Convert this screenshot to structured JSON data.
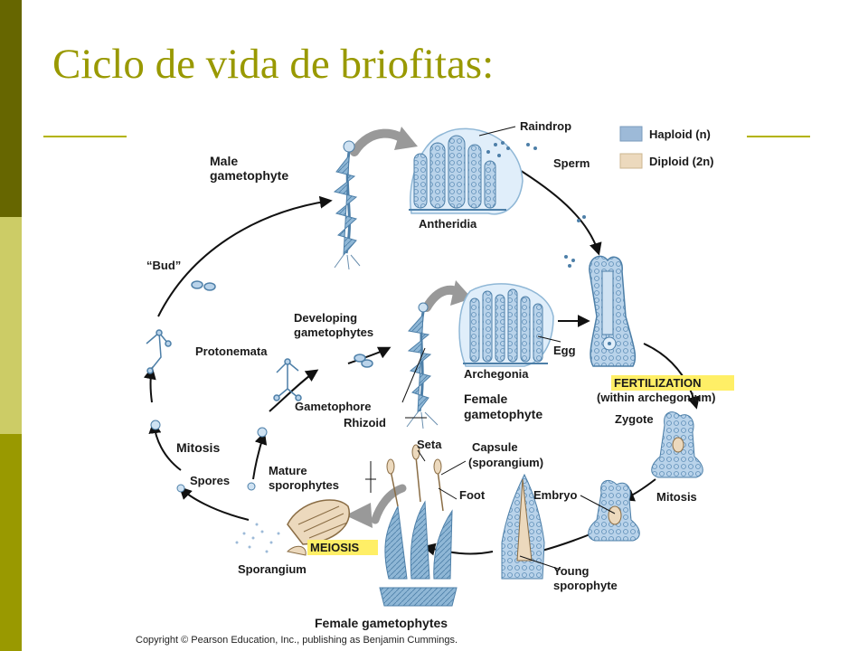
{
  "slide": {
    "title": "Ciclo de vida de briofitas:"
  },
  "legend": {
    "haploid": "Haploid (n)",
    "diploid": "Diploid (2n)",
    "haploid_color": "#9dbad8",
    "diploid_color": "#ecd9bd"
  },
  "labels": {
    "raindrop": "Raindrop",
    "sperm": "Sperm",
    "male_gametophyte_1": "Male",
    "male_gametophyte_2": "gametophyte",
    "antheridia": "Antheridia",
    "bud": "“Bud”",
    "developing_1": "Developing",
    "developing_2": "gametophytes",
    "protonemata": "Protonemata",
    "egg": "Egg",
    "archegonia": "Archegonia",
    "fertilization": "FERTILIZATION",
    "within_archegonium": "(within archegonium)",
    "gametophore": "Gametophore",
    "rhizoid": "Rhizoid",
    "female_gametophyte_1": "Female",
    "female_gametophyte_2": "gametophyte",
    "zygote": "Zygote",
    "mitosis_left": "Mitosis",
    "mitosis_right": "Mitosis",
    "spores": "Spores",
    "mature_1": "Mature",
    "mature_2": "sporophytes",
    "seta": "Seta",
    "capsule_1": "Capsule",
    "capsule_2": "(sporangium)",
    "foot": "Foot",
    "embryo": "Embryo",
    "meiosis": "MEIOSIS",
    "sporangium": "Sporangium",
    "young_1": "Young",
    "young_2": "sporophyte",
    "female_gametophytes": "Female gametophytes"
  },
  "copyright": "Copyright © Pearson Education, Inc., publishing as Benjamin Cummings.",
  "colors": {
    "title": "#999900",
    "sidebar_dark": "#666600",
    "sidebar_light": "#cccc66",
    "sidebar_mid": "#999900",
    "highlight": "#ffef66",
    "plant": "#8fb7d6",
    "plant_dark": "#4d7fa8"
  }
}
